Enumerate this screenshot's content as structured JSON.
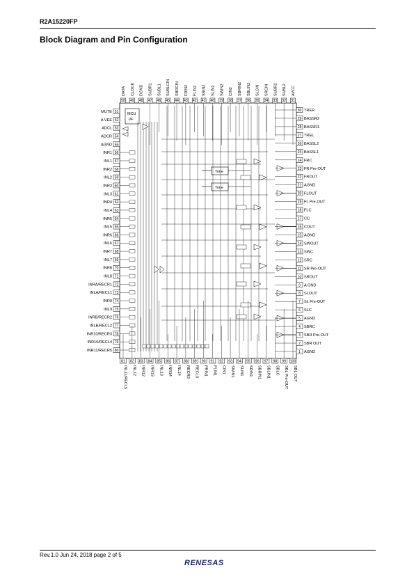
{
  "header": {
    "doc_id": "R2A15220FP"
  },
  "section_title": "Block Diagram and Pin Configuration",
  "footer": {
    "revision": "Rev.1.0  Jun 24, 2018  page 2 of 5",
    "logo": "RENESAS"
  },
  "pins": {
    "top": [
      {
        "num": "50",
        "name": "DATA"
      },
      {
        "num": "49",
        "name": "CLOCK"
      },
      {
        "num": "48",
        "name": "DGND"
      },
      {
        "num": "47",
        "name": "SUBR1"
      },
      {
        "num": "46",
        "name": "SUBL1"
      },
      {
        "num": "45",
        "name": "SUBLCIN"
      },
      {
        "num": "44",
        "name": "SBRCIN"
      },
      {
        "num": "43",
        "name": "FRIN2"
      },
      {
        "num": "42",
        "name": "FLIN2"
      },
      {
        "num": "41",
        "name": "SRIN2"
      },
      {
        "num": "40",
        "name": "SLIN2"
      },
      {
        "num": "39",
        "name": "SWIN2"
      },
      {
        "num": "38",
        "name": "CIN2"
      },
      {
        "num": "37",
        "name": "SBRIN2"
      },
      {
        "num": "36",
        "name": "SBLIN2"
      },
      {
        "num": "35",
        "name": "SLCIN"
      },
      {
        "num": "34",
        "name": "SRCIN"
      },
      {
        "num": "33",
        "name": "SUBR2"
      },
      {
        "num": "32",
        "name": "SUBL2"
      },
      {
        "num": "31",
        "name": "AVCC"
      }
    ],
    "left": [
      {
        "num": "51",
        "name": "MUTE"
      },
      {
        "num": "52",
        "name": "A VEE"
      },
      {
        "num": "53",
        "name": "ADCL"
      },
      {
        "num": "54",
        "name": "ADCR"
      },
      {
        "num": "55",
        "name": "AGND"
      },
      {
        "num": "56",
        "name": "INR1"
      },
      {
        "num": "57",
        "name": "INL1"
      },
      {
        "num": "58",
        "name": "INR2"
      },
      {
        "num": "59",
        "name": "INL2"
      },
      {
        "num": "60",
        "name": "INR3"
      },
      {
        "num": "61",
        "name": "INL3"
      },
      {
        "num": "62",
        "name": "INR4"
      },
      {
        "num": "63",
        "name": "INL4"
      },
      {
        "num": "64",
        "name": "INR5"
      },
      {
        "num": "65",
        "name": "INL5"
      },
      {
        "num": "66",
        "name": "INR6"
      },
      {
        "num": "67",
        "name": "INL6"
      },
      {
        "num": "68",
        "name": "INR7"
      },
      {
        "num": "69",
        "name": "INL7"
      },
      {
        "num": "70",
        "name": "INR8"
      },
      {
        "num": "71",
        "name": "INL8"
      },
      {
        "num": "72",
        "name": "INRA/RECR1"
      },
      {
        "num": "73",
        "name": "INLA/RECL1"
      },
      {
        "num": "74",
        "name": "INR9"
      },
      {
        "num": "75",
        "name": "INL9"
      },
      {
        "num": "76",
        "name": "INRB/RECR2"
      },
      {
        "num": "77",
        "name": "INLB/RECL2"
      },
      {
        "num": "78",
        "name": "INR10/RECR3"
      },
      {
        "num": "79",
        "name": "INR10/RECL4"
      },
      {
        "num": "80",
        "name": "INR11/RECR5"
      }
    ],
    "right": [
      {
        "num": "30",
        "name": "TRER"
      },
      {
        "num": "29",
        "name": "BASSR2"
      },
      {
        "num": "28",
        "name": "BASSR1"
      },
      {
        "num": "27",
        "name": "TREL"
      },
      {
        "num": "26",
        "name": "BASSL2"
      },
      {
        "num": "25",
        "name": "BASSL1"
      },
      {
        "num": "24",
        "name": "FRC"
      },
      {
        "num": "23",
        "name": "FR Pre-OUT"
      },
      {
        "num": "22",
        "name": "FROUT"
      },
      {
        "num": "21",
        "name": "AGND"
      },
      {
        "num": "20",
        "name": "FLOUT"
      },
      {
        "num": "19",
        "name": "FL Pre-OUT"
      },
      {
        "num": "18",
        "name": "FLC"
      },
      {
        "num": "17",
        "name": "CC"
      },
      {
        "num": "16",
        "name": "COUT"
      },
      {
        "num": "15",
        "name": "AGND"
      },
      {
        "num": "14",
        "name": "SWOUT"
      },
      {
        "num": "13",
        "name": "SWC"
      },
      {
        "num": "12",
        "name": "SRC"
      },
      {
        "num": "11",
        "name": "SR Pre-OUT"
      },
      {
        "num": "10",
        "name": "SROUT"
      },
      {
        "num": "9",
        "name": "A GND"
      },
      {
        "num": "8",
        "name": "SLOUT"
      },
      {
        "num": "7",
        "name": "SL Pre-OUT"
      },
      {
        "num": "6",
        "name": "SLC"
      },
      {
        "num": "5",
        "name": "AGND"
      },
      {
        "num": "4",
        "name": "SBRC"
      },
      {
        "num": "3",
        "name": "SBR Pre-OUT"
      },
      {
        "num": "2",
        "name": "SBR OUT"
      },
      {
        "num": "1",
        "name": "AGND"
      }
    ],
    "bottom": [
      {
        "num": "81",
        "name": "INL11/RECL5"
      },
      {
        "num": "82",
        "name": "INL12"
      },
      {
        "num": "83",
        "name": "INR12"
      },
      {
        "num": "84",
        "name": "INR13"
      },
      {
        "num": "85",
        "name": "INL13"
      },
      {
        "num": "86",
        "name": "INR14"
      },
      {
        "num": "87",
        "name": "INL14"
      },
      {
        "num": "88",
        "name": "RECR3"
      },
      {
        "num": "89",
        "name": "RECL3"
      },
      {
        "num": "90",
        "name": "FRIN1"
      },
      {
        "num": "91",
        "name": "FLIN1"
      },
      {
        "num": "92",
        "name": "CIN1"
      },
      {
        "num": "93",
        "name": "SWIN1"
      },
      {
        "num": "94",
        "name": "SLIN1"
      },
      {
        "num": "95",
        "name": "SRIN1"
      },
      {
        "num": "96",
        "name": "SBRIN1"
      },
      {
        "num": "97",
        "name": "SBLIN1"
      },
      {
        "num": "98",
        "name": "SBLC"
      },
      {
        "num": "99",
        "name": "SBL Pre-OUT"
      },
      {
        "num": "100",
        "name": "SBL OUT"
      }
    ]
  },
  "blocks": {
    "mcu_line1": "MCU",
    "mcu_line2": "I/F",
    "tone_label": "Tone"
  }
}
